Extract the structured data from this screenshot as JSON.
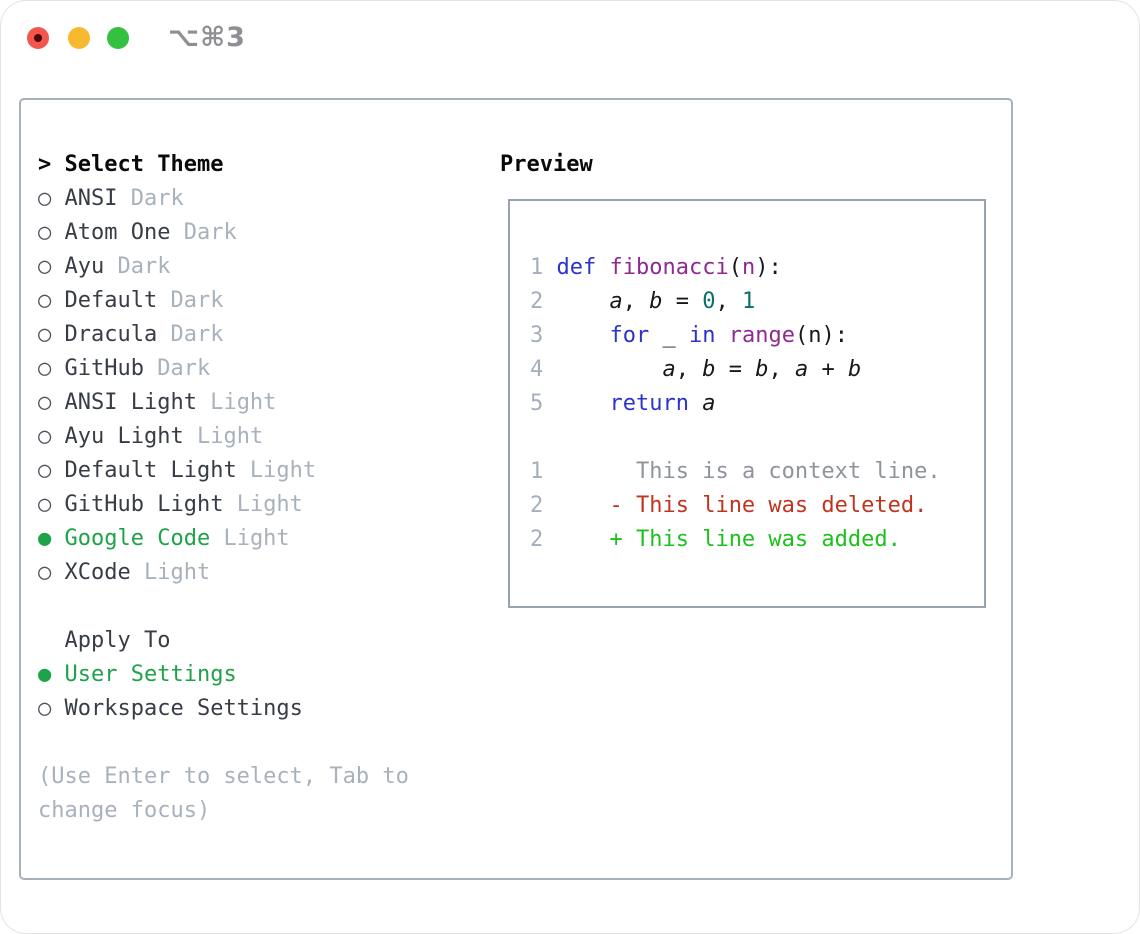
{
  "window": {
    "title": "⌥⌘3",
    "traffic_lights": [
      "close-button",
      "minimize-button",
      "zoom-button"
    ]
  },
  "markers": {
    "header_prefix": ">",
    "selected": "●",
    "unselected": "○"
  },
  "left": {
    "header": "Select Theme",
    "themes": [
      {
        "label": "ANSI",
        "tag": "Dark",
        "selected": false
      },
      {
        "label": "Atom One",
        "tag": "Dark",
        "selected": false
      },
      {
        "label": "Ayu",
        "tag": "Dark",
        "selected": false
      },
      {
        "label": "Default",
        "tag": "Dark",
        "selected": false
      },
      {
        "label": "Dracula",
        "tag": "Dark",
        "selected": false
      },
      {
        "label": "GitHub",
        "tag": "Dark",
        "selected": false
      },
      {
        "label": "ANSI Light",
        "tag": "Light",
        "selected": false
      },
      {
        "label": "Ayu Light",
        "tag": "Light",
        "selected": false
      },
      {
        "label": "Default Light",
        "tag": "Light",
        "selected": false
      },
      {
        "label": "GitHub Light",
        "tag": "Light",
        "selected": false
      },
      {
        "label": "Google Code",
        "tag": "Light",
        "selected": true
      },
      {
        "label": "XCode",
        "tag": "Light",
        "selected": false
      }
    ],
    "apply_header": "Apply To",
    "apply_options": [
      {
        "label": "User Settings",
        "selected": true
      },
      {
        "label": "Workspace Settings",
        "selected": false
      }
    ],
    "hint_lines": [
      "(Use Enter to select, Tab to",
      "change focus)"
    ]
  },
  "preview": {
    "header": "Preview",
    "lines": [
      {
        "num": "1",
        "tokens": [
          [
            "def",
            "kw"
          ],
          [
            " ",
            "pl"
          ],
          [
            "fibonacci",
            "fn"
          ],
          [
            "(",
            "pl"
          ],
          [
            "n",
            "pm"
          ],
          [
            "):",
            "pl"
          ]
        ]
      },
      {
        "num": "2",
        "tokens": [
          [
            "    ",
            "pl"
          ],
          [
            "a",
            "var"
          ],
          [
            ", ",
            "pl"
          ],
          [
            "b",
            "var"
          ],
          [
            " = ",
            "pl"
          ],
          [
            "0",
            "num"
          ],
          [
            ", ",
            "pl"
          ],
          [
            "1",
            "num"
          ]
        ]
      },
      {
        "num": "3",
        "tokens": [
          [
            "    ",
            "pl"
          ],
          [
            "for",
            "kw"
          ],
          [
            " _ ",
            "pl"
          ],
          [
            "in",
            "kw"
          ],
          [
            " ",
            "pl"
          ],
          [
            "range",
            "fn"
          ],
          [
            "(n):",
            "pl"
          ]
        ]
      },
      {
        "num": "4",
        "tokens": [
          [
            "        ",
            "pl"
          ],
          [
            "a",
            "var"
          ],
          [
            ", ",
            "pl"
          ],
          [
            "b",
            "var"
          ],
          [
            " = ",
            "pl"
          ],
          [
            "b",
            "var"
          ],
          [
            ", ",
            "pl"
          ],
          [
            "a",
            "var"
          ],
          [
            " + ",
            "pl"
          ],
          [
            "b",
            "var"
          ]
        ]
      },
      {
        "num": "5",
        "tokens": [
          [
            "    ",
            "pl"
          ],
          [
            "return",
            "kw"
          ],
          [
            " ",
            "pl"
          ],
          [
            "a",
            "var"
          ]
        ]
      },
      {
        "num": "",
        "tokens": []
      },
      {
        "num": "1",
        "tokens": [
          [
            "      ",
            "pl"
          ],
          [
            "This is a context line.",
            "ctx"
          ]
        ]
      },
      {
        "num": "2",
        "tokens": [
          [
            "    ",
            "pl"
          ],
          [
            "- This line was deleted.",
            "del"
          ]
        ]
      },
      {
        "num": "2",
        "tokens": [
          [
            "    ",
            "pl"
          ],
          [
            "+ This line was added.",
            "add"
          ]
        ]
      }
    ]
  },
  "colors": {
    "accent_green": "#1ea24a",
    "diff_added": "#1cc11c",
    "diff_deleted": "#c0351f",
    "diff_context": "#8f949b",
    "keyword_blue": "#2a34c7",
    "function_purple": "#8e2a92",
    "number_teal": "#0c6d6f",
    "muted_gray": "#a8b1bc",
    "line_number_gray": "#a5aebc",
    "border_gray": "#9aa3ad",
    "traffic_red": "#f2564e",
    "traffic_yellow": "#f7ba2e",
    "traffic_green": "#33c13f"
  }
}
